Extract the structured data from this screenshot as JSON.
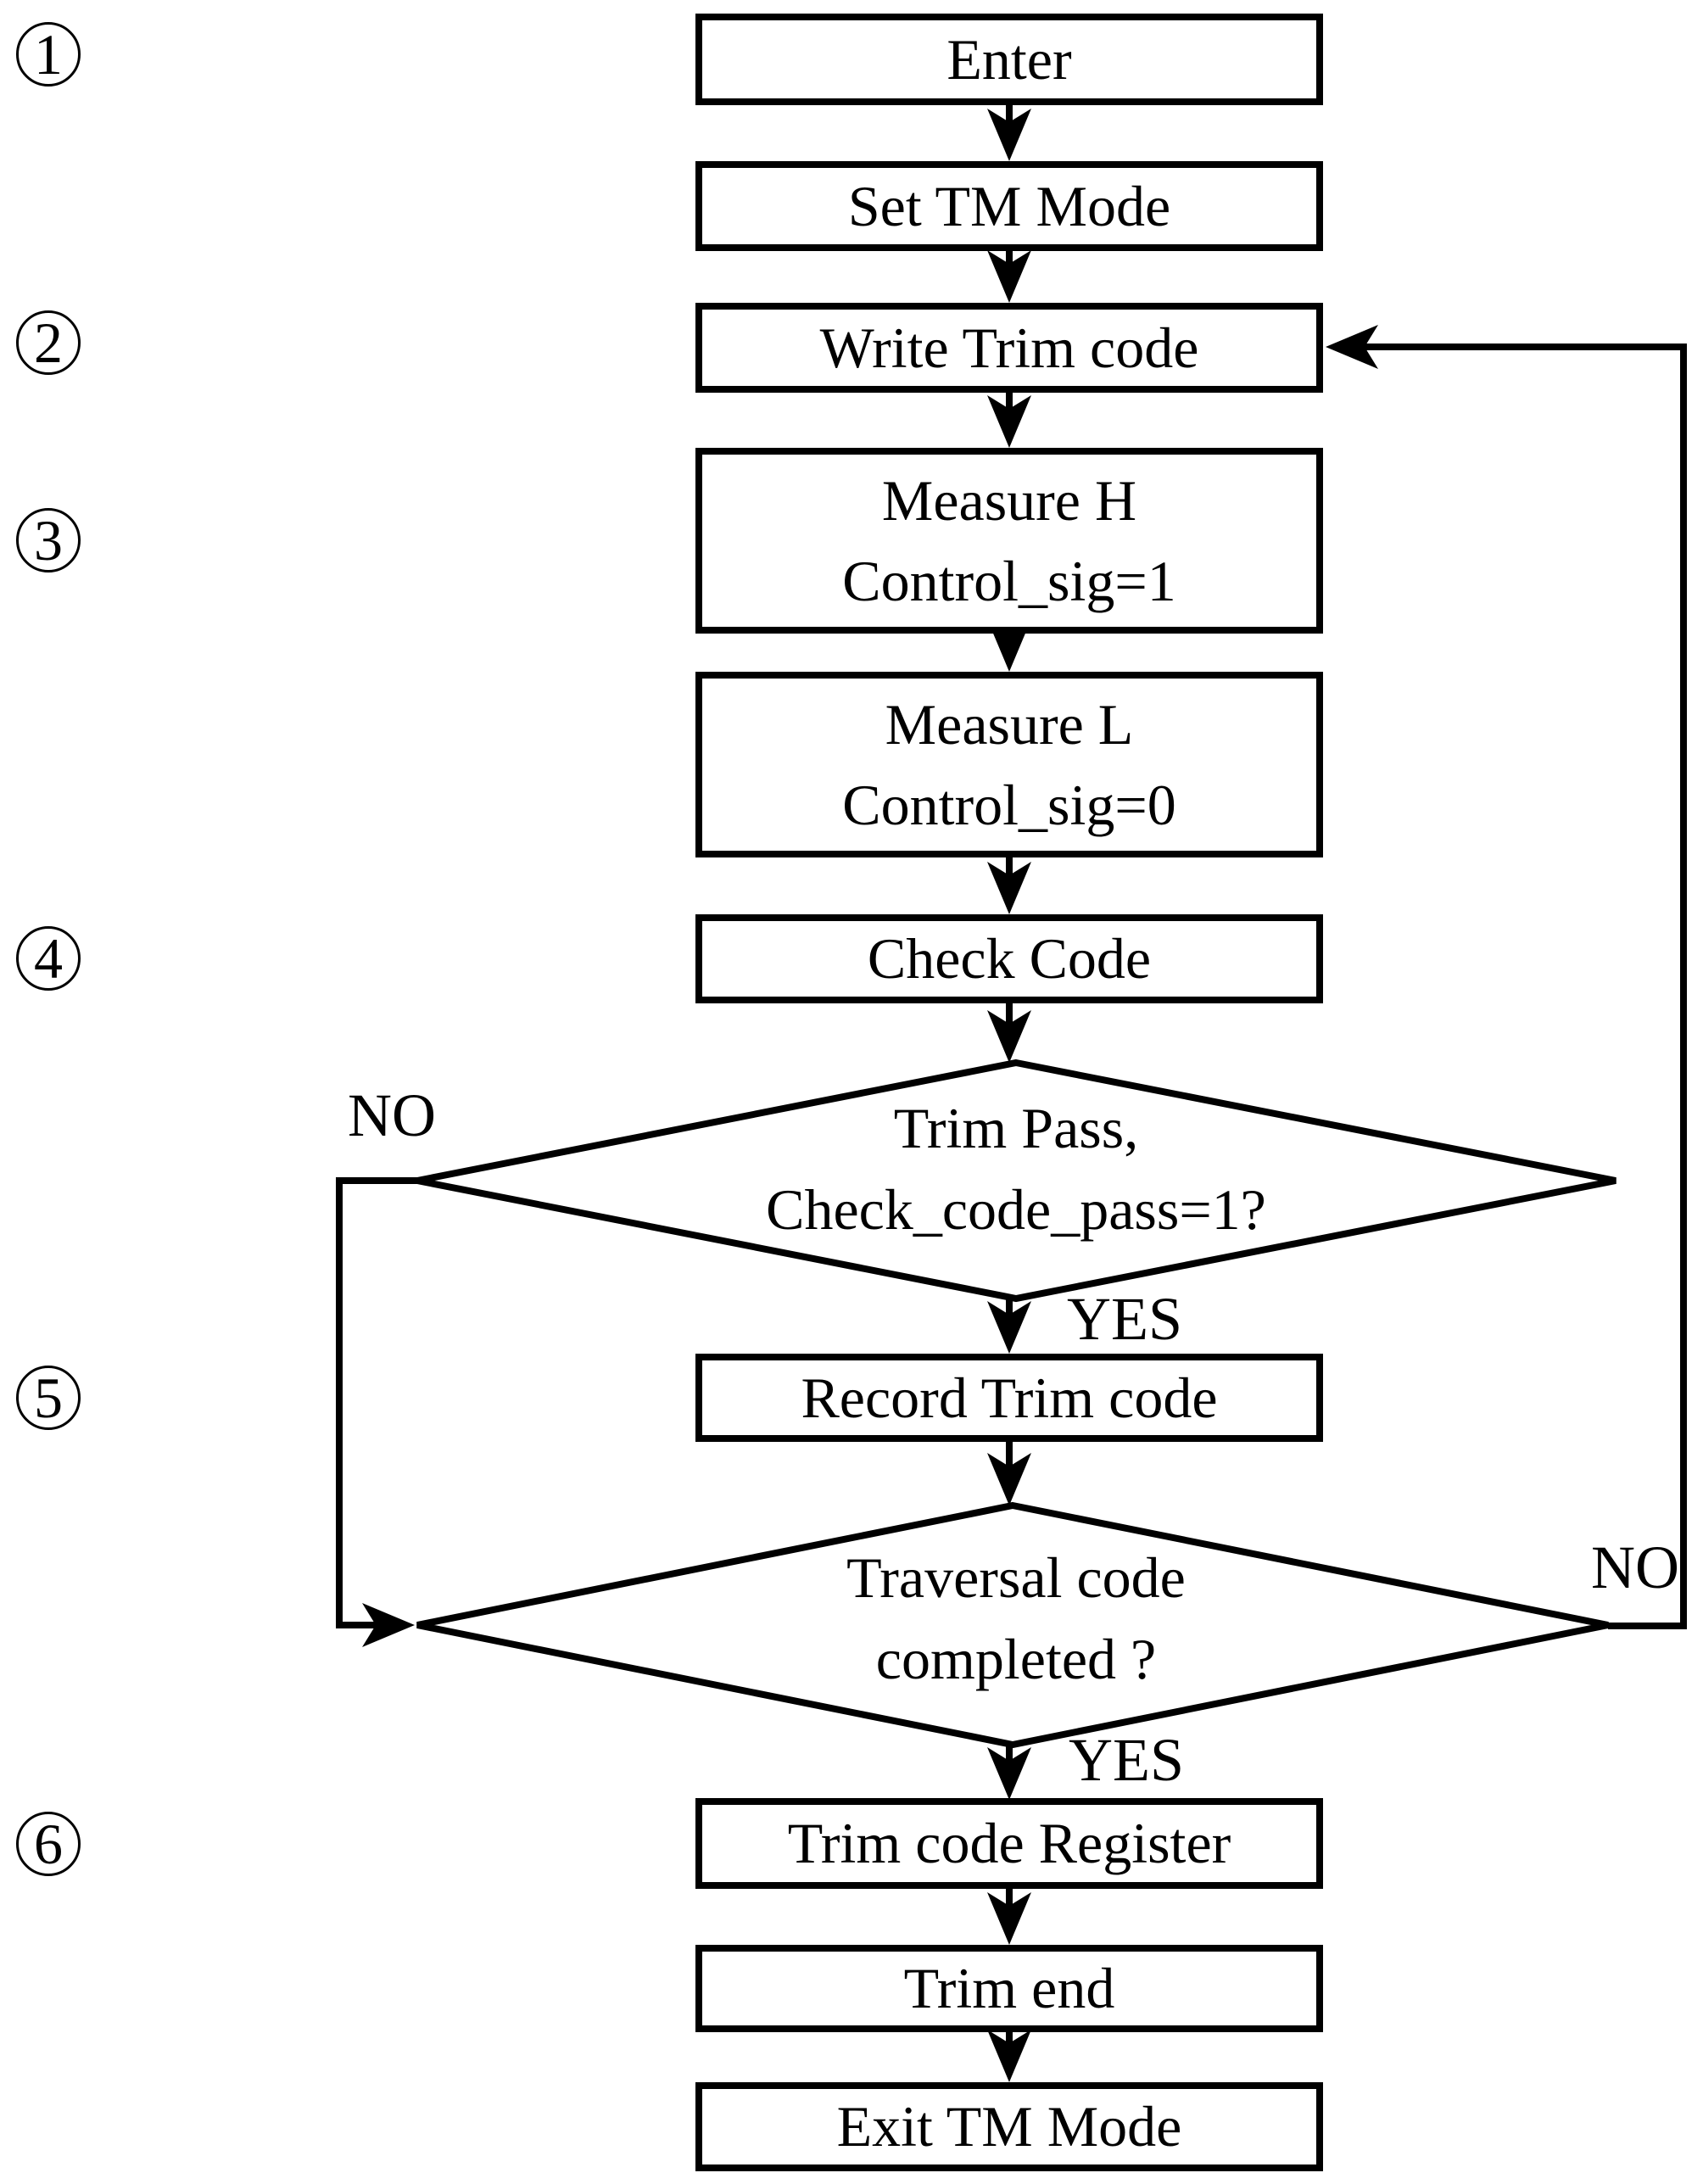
{
  "diagram": {
    "background_color": "#ffffff",
    "ink_color": "#000000",
    "step_markers": [
      {
        "label": "1"
      },
      {
        "label": "2"
      },
      {
        "label": "3"
      },
      {
        "label": "4"
      },
      {
        "label": "5"
      },
      {
        "label": "6"
      }
    ],
    "nodes": {
      "enter": {
        "label": "Enter"
      },
      "set_tm_mode": {
        "label": "Set TM Mode"
      },
      "write_trim_code": {
        "label": "Write Trim code"
      },
      "measure_h": {
        "line1": "Measure H",
        "line2": "Control_sig=1"
      },
      "measure_l": {
        "line1": "Measure L",
        "line2": "Control_sig=0"
      },
      "check_code": {
        "label": "Check Code"
      },
      "decision_trim_pass": {
        "line1": "Trim Pass,",
        "line2": "Check_code_pass=1?"
      },
      "record_trim_code": {
        "label": "Record Trim code"
      },
      "decision_traversal": {
        "line1": "Traversal code",
        "line2": "completed ?"
      },
      "trim_code_register": {
        "label": "Trim code Register"
      },
      "trim_end": {
        "label": "Trim end"
      },
      "exit_tm_mode": {
        "label": "Exit TM Mode"
      }
    },
    "edge_labels": {
      "no_trim_pass": "NO",
      "yes_trim_pass": "YES",
      "no_traversal": "NO",
      "yes_traversal": "YES"
    }
  }
}
